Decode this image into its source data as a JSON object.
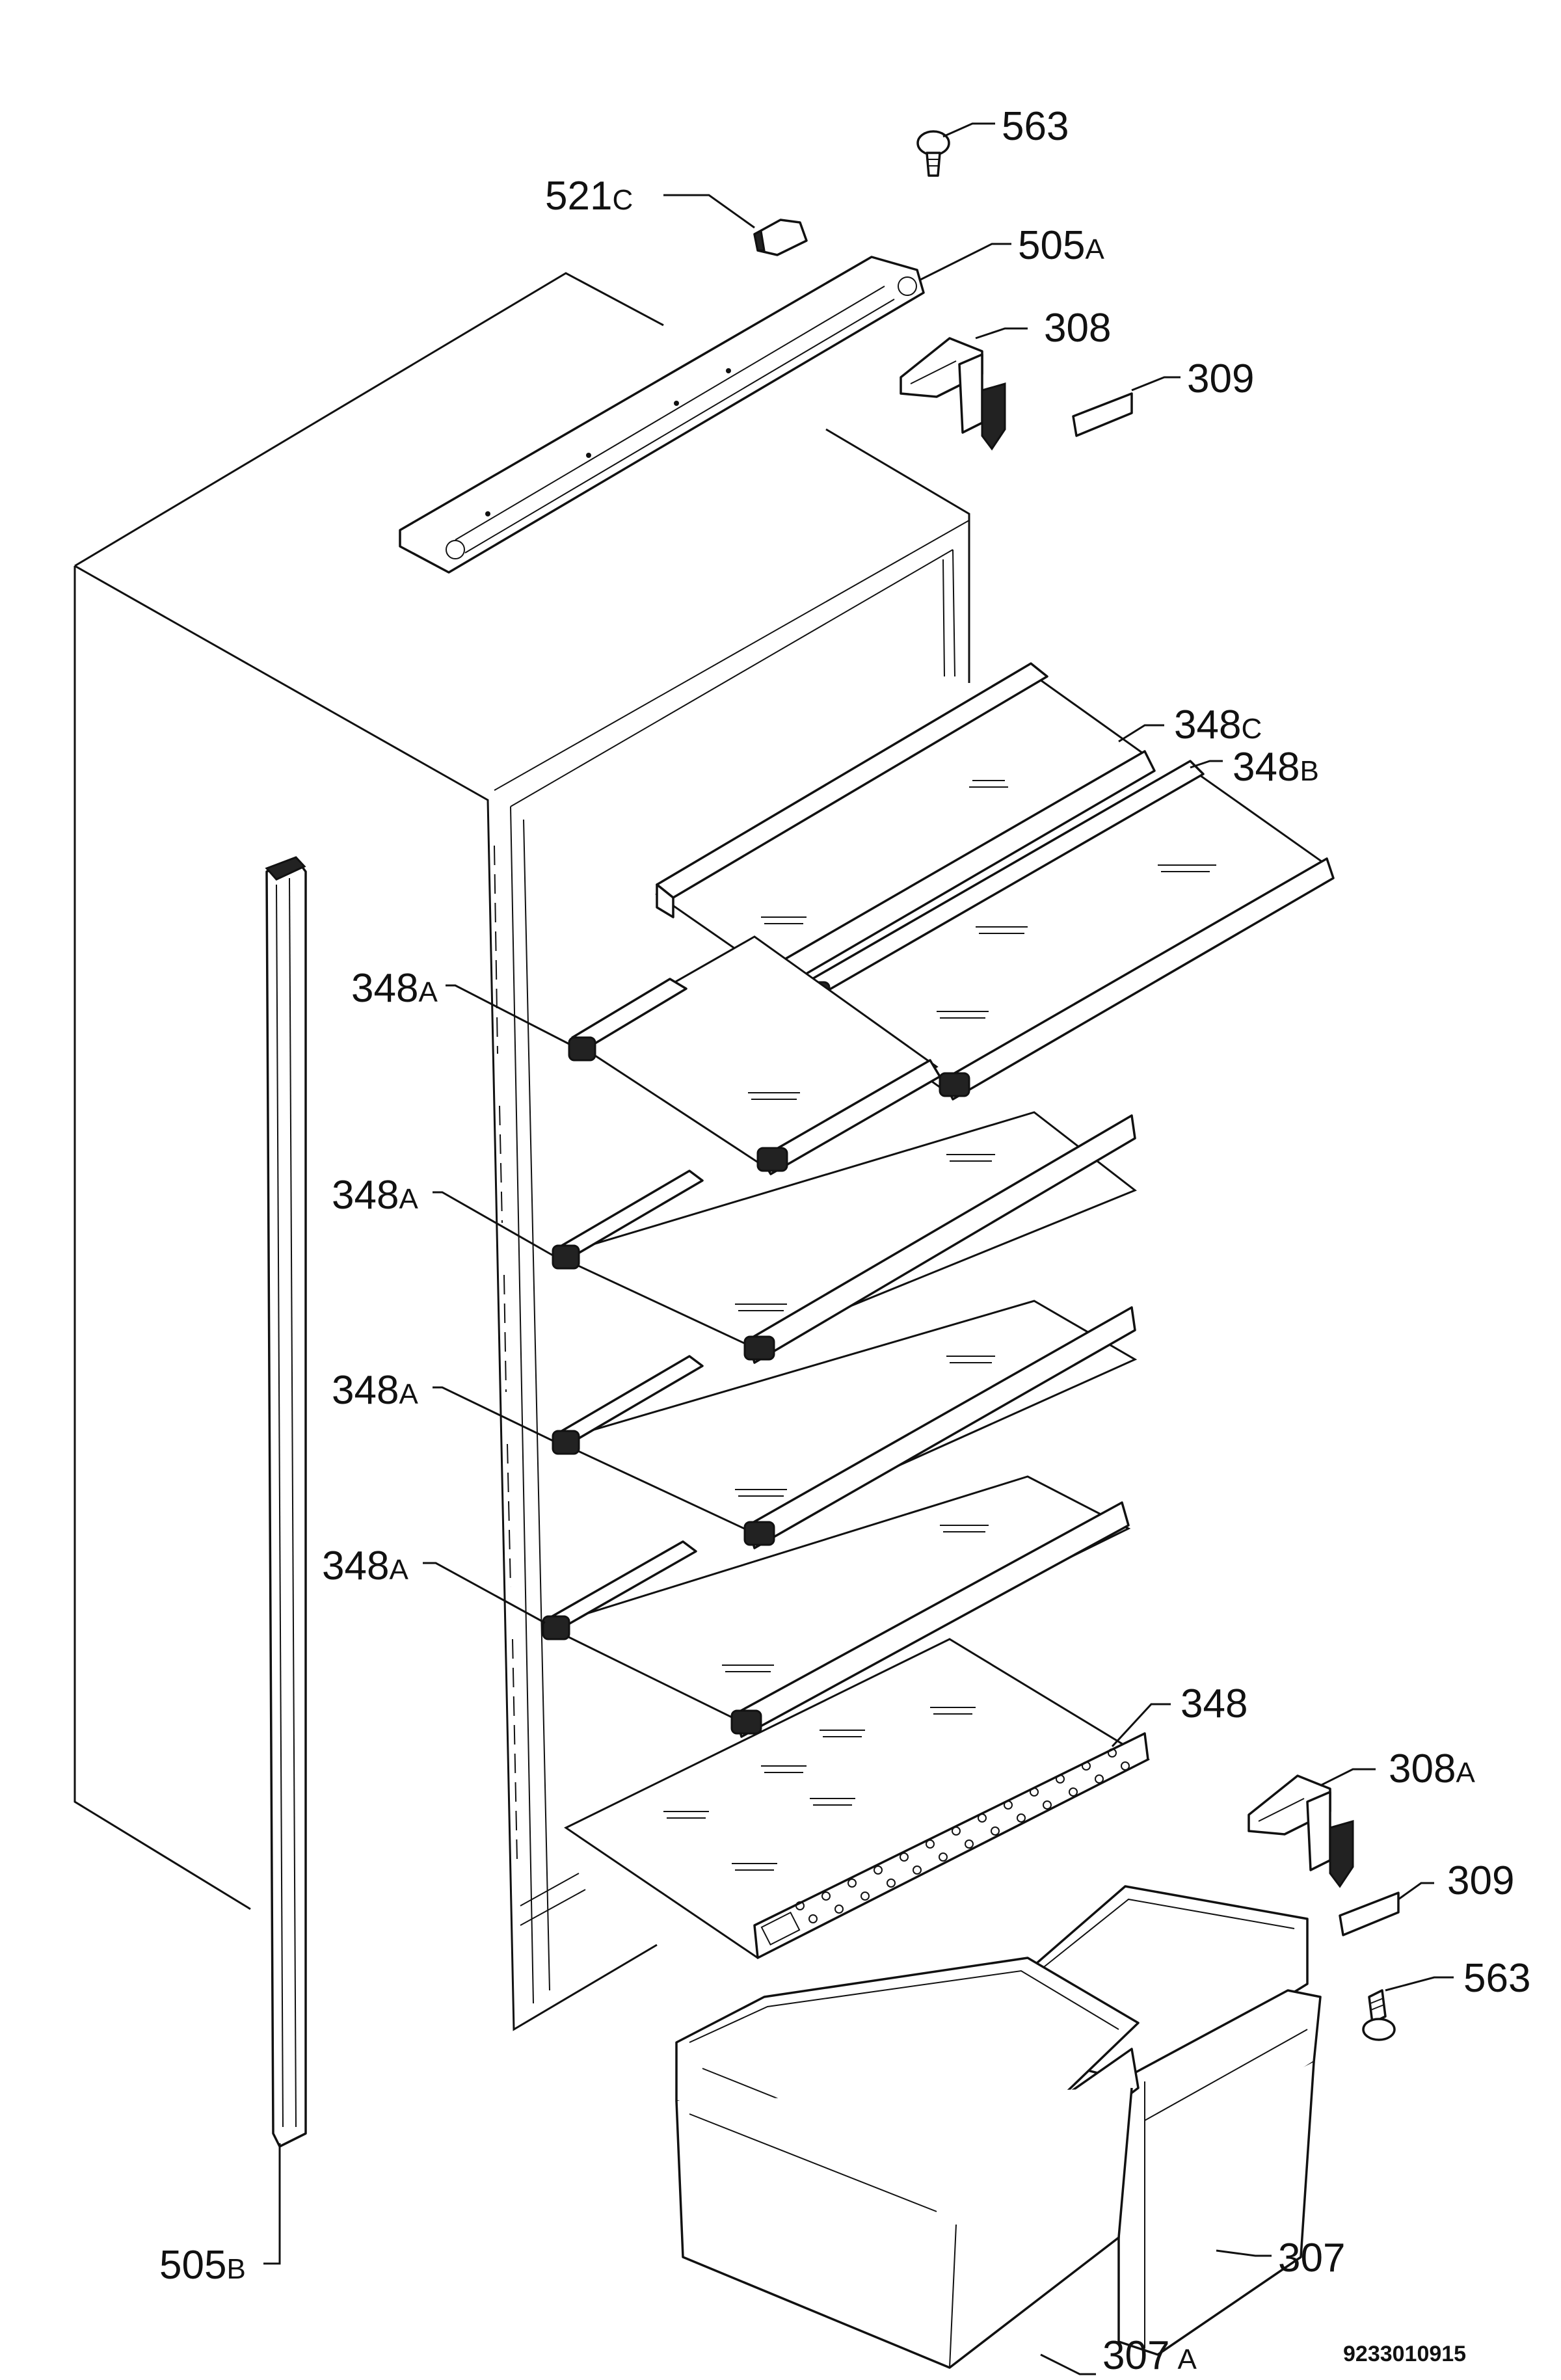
{
  "drawing_number": "9233010915",
  "callouts": [
    {
      "id": "c563-top",
      "main": "563",
      "sub": ""
    },
    {
      "id": "c521c",
      "main": "521",
      "sub": "C"
    },
    {
      "id": "c505a",
      "main": "505",
      "sub": "A"
    },
    {
      "id": "c308",
      "main": "308",
      "sub": ""
    },
    {
      "id": "c309-top",
      "main": "309",
      "sub": ""
    },
    {
      "id": "c348c",
      "main": "348",
      "sub": "C"
    },
    {
      "id": "c348b",
      "main": "348",
      "sub": "B"
    },
    {
      "id": "c348a-1",
      "main": "348",
      "sub": "A"
    },
    {
      "id": "c348a-2",
      "main": "348",
      "sub": "A"
    },
    {
      "id": "c348a-3",
      "main": "348",
      "sub": "A"
    },
    {
      "id": "c348a-4",
      "main": "348",
      "sub": "A"
    },
    {
      "id": "c348",
      "main": "348",
      "sub": ""
    },
    {
      "id": "c308a",
      "main": "308",
      "sub": "A"
    },
    {
      "id": "c309-bot",
      "main": "309",
      "sub": ""
    },
    {
      "id": "c563-bot",
      "main": "563",
      "sub": ""
    },
    {
      "id": "c307",
      "main": "307",
      "sub": ""
    },
    {
      "id": "c307a",
      "main": "307",
      "sub": "A"
    },
    {
      "id": "c505b",
      "main": "505",
      "sub": "B"
    }
  ]
}
